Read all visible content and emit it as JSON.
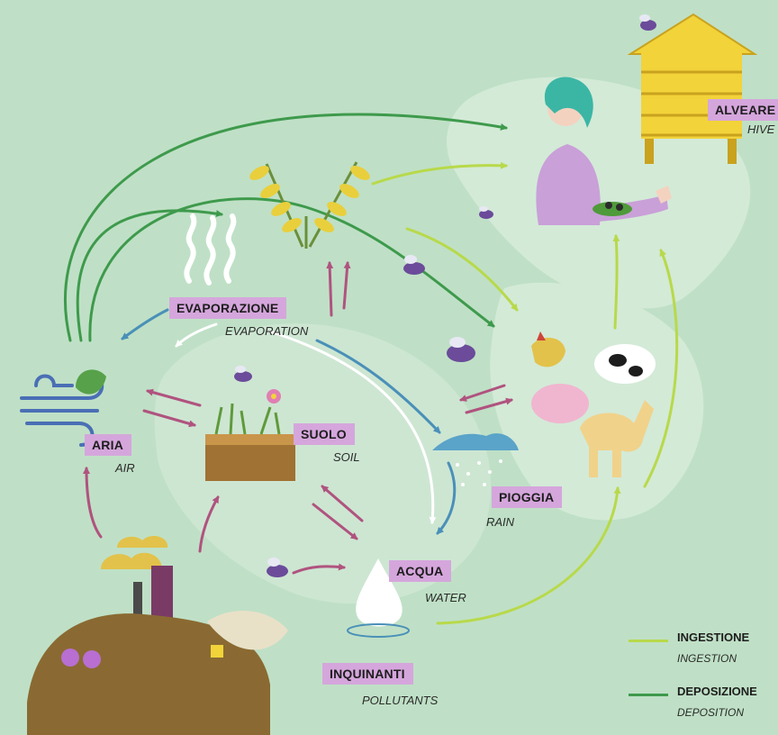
{
  "colors": {
    "background": "#bfe0c6",
    "ingestion_arrow": "#b8d94a",
    "deposition_arrow": "#3e9a4c",
    "pink_arrow": "#b0537f",
    "blue_arrow": "#4a90b8",
    "white_arrow": "#ffffff",
    "label_bg": "#d5a6dc"
  },
  "nodes": {
    "alveare": {
      "label": "ALVEARE",
      "sub": "HIVE"
    },
    "evaporazione": {
      "label": "EVAPORAZIONE",
      "sub": "EVAPORATION"
    },
    "aria": {
      "label": "ARIA",
      "sub": "AIR"
    },
    "suolo": {
      "label": "SUOLO",
      "sub": "SOIL"
    },
    "pioggia": {
      "label": "PIOGGIA",
      "sub": "RAIN"
    },
    "acqua": {
      "label": "ACQUA",
      "sub": "WATER"
    },
    "inquinanti": {
      "label": "INQUINANTI",
      "sub": "POLLUTANTS"
    }
  },
  "legend": {
    "ingestione": {
      "label": "INGESTIONE",
      "sub": "INGESTION"
    },
    "deposizione": {
      "label": "DEPOSIZIONE",
      "sub": "DEPOSITION"
    }
  },
  "icons": [
    "hive-icon",
    "beekeeper-icon",
    "wind-icon",
    "leaf-icon",
    "steam-icon",
    "plant-icon",
    "soil-icon",
    "rain-cloud-icon",
    "water-drop-icon",
    "factory-icon",
    "landfill-icon",
    "farm-animals-icon",
    "bee-icon"
  ]
}
